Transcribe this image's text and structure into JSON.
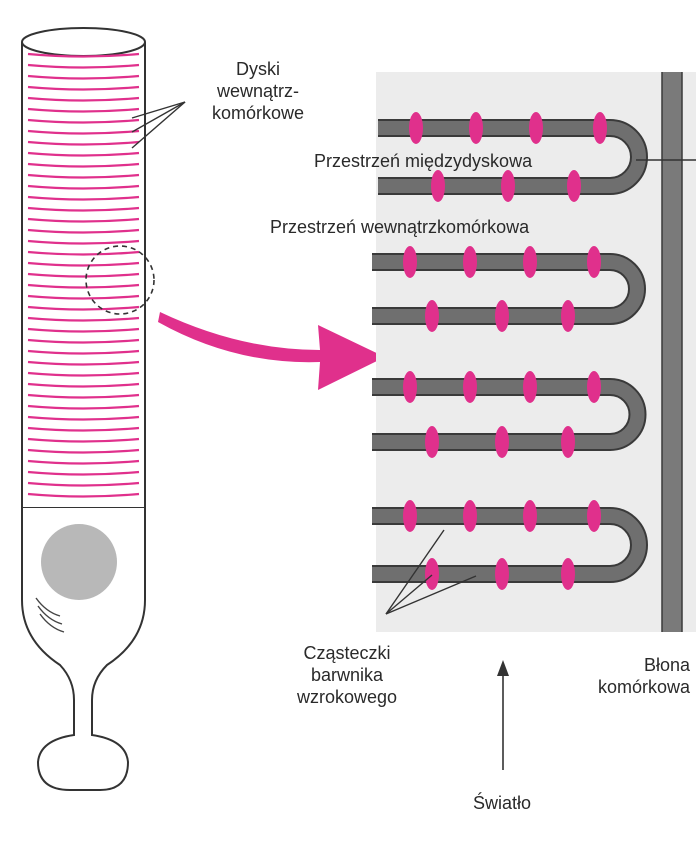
{
  "labels": {
    "dyski_line1": "Dyski",
    "dyski_line2": "wewnątrz-",
    "dyski_line3": "komórkowe",
    "interdisc_space": "Przestrzeń międzydyskowa",
    "intracellular_space": "Przestrzeń wewnątrzkomórkowa",
    "pigment_line1": "Cząsteczki",
    "pigment_line2": "barwnika",
    "pigment_line3": "wzrokowego",
    "light": "Światło",
    "membrane_line1": "Błona",
    "membrane_line2": "komórkowa"
  },
  "colors": {
    "disc_stripe": "#e0308c",
    "pigment": "#e0308c",
    "disc_body": "#6f6f6f",
    "disc_edge": "#3a3a3a",
    "panel": "#ececec",
    "arrow": "#e0308c",
    "nucleus": "#b8b8b8",
    "outline": "#333333"
  }
}
